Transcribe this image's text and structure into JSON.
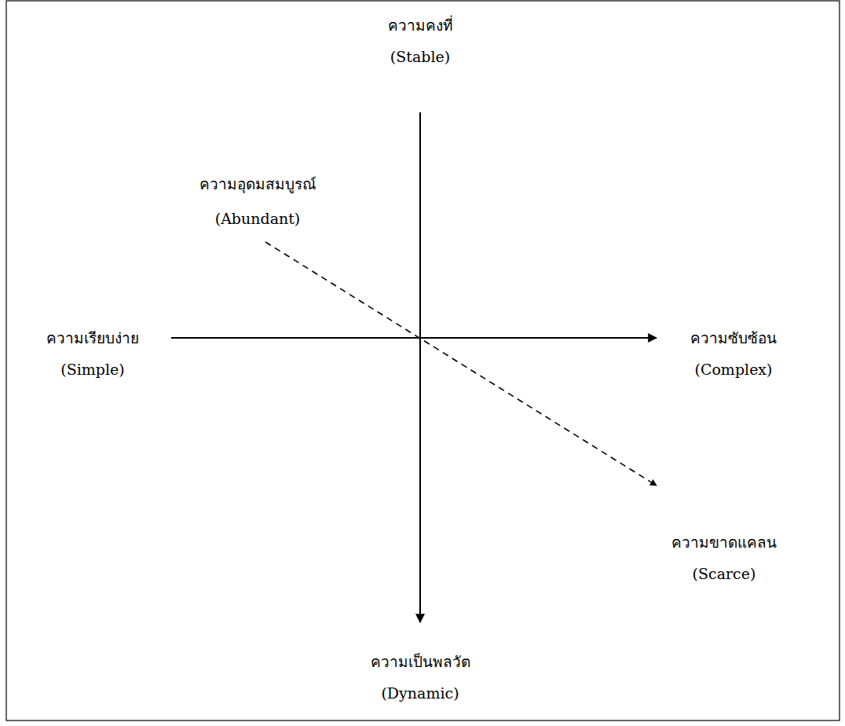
{
  "diagram": {
    "labels": [
      "ความคงที่",
      "(Stable)",
      "ความอุดมสมบูรณ์",
      "(Abundant)",
      "ความเรียบง่าย",
      "(Simple)",
      "ความซับซ้อน",
      "(Complex)",
      "ความขาดแคลน",
      "(Scarce)",
      "ความเป็นพลวัต",
      "(Dynamic)"
    ]
  }
}
